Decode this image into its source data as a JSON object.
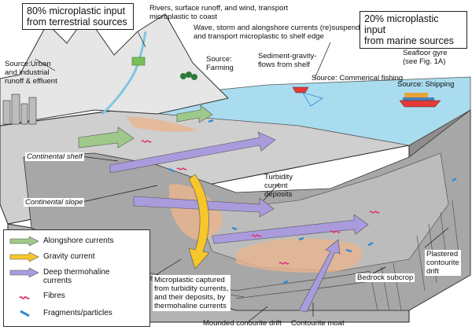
{
  "colors": {
    "ocean": "#a9dcee",
    "land": "#e6e6e6",
    "shelf": "#c9c9c9",
    "alongshore": "#9fc98a",
    "gravity": "#f7c62a",
    "thermohaline": "#a99bdc",
    "fibre": "#e0337a",
    "fragment": "#2d8bd6",
    "sediment": "#e8b48e"
  },
  "headers": {
    "terrestrial": [
      "80% microplastic input",
      "from terrestrial sources"
    ],
    "marine": [
      "20% microplastic input",
      "from marine sources"
    ]
  },
  "labels": {
    "rivers": [
      "Rivers, surface runoff, and wind, transport",
      "microplastic to coast"
    ],
    "wave": [
      "Wave, storm and alongshore currents (re)suspend",
      "and transport microplastic to shelf edge"
    ],
    "urban": [
      "Source:Urban",
      "and industrial",
      "runoff & effluent"
    ],
    "farming": [
      "Source:",
      "Farming"
    ],
    "sgf": [
      "Sediment-gravity-",
      "flows from shelf"
    ],
    "fishing": "Source: Commerical fishing",
    "gyre": [
      "Seafloor gyre",
      "(see Fig. 1A)"
    ],
    "shipping": "Source: Shipping",
    "shelf": "Continental shelf",
    "slope": "Continental slope",
    "turbidity": [
      "Turbidity",
      "current",
      "deposits"
    ],
    "captured": [
      "Microplastic captured",
      "from turbidity currents,",
      "and their deposits, by",
      "thermohaline currents"
    ],
    "bedrock": "Bedrock subcrop",
    "plastered": [
      "Plastered",
      "contourite",
      "drift"
    ],
    "mounded": "Mounded conourite drift",
    "moat": "Contourite moat"
  },
  "legend": [
    {
      "key": "alongshore",
      "label": "Alongshore currents"
    },
    {
      "key": "gravity",
      "label": "Gravity current"
    },
    {
      "key": "thermohaline",
      "label": "Deep thermohaline currents"
    },
    {
      "key": "fibre",
      "label": "Fibres"
    },
    {
      "key": "fragment",
      "label": "Fragments/particles"
    }
  ]
}
